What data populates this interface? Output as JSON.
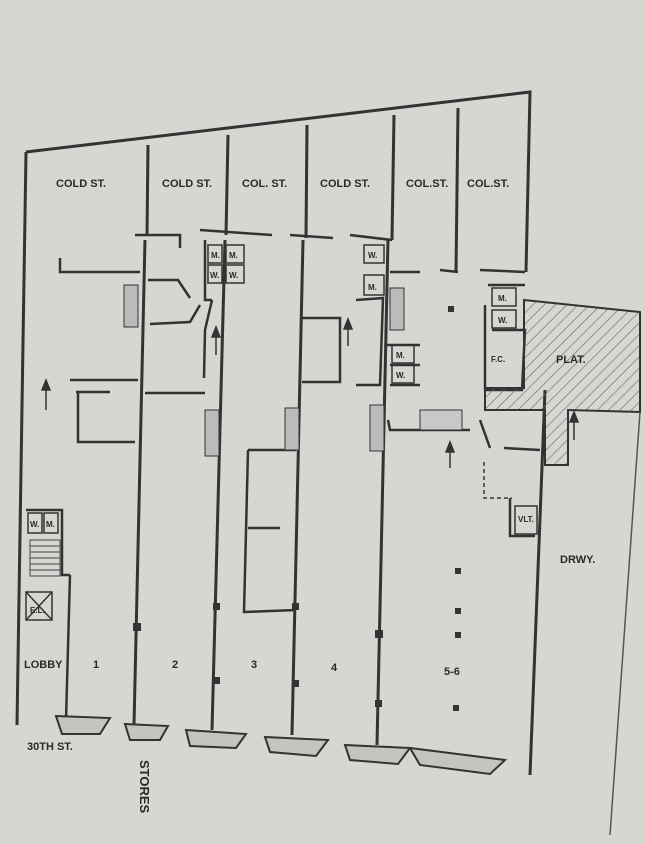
{
  "labels": {
    "cold_1": "COLD ST.",
    "cold_2": "COLD ST.",
    "col_3": "COL. ST.",
    "cold_4": "COLD ST.",
    "col_5": "COL.ST.",
    "col_6": "COL.ST.",
    "lobby": "LOBBY",
    "store_1": "1",
    "store_2": "2",
    "store_3": "3",
    "store_4": "4",
    "store_56": "5-6",
    "street": "30TH ST.",
    "stores": "STORES",
    "drwy": "DRWY.",
    "plat": "PLAT.",
    "fc": "F.C.",
    "vlt": "VLT.",
    "el": "E.L.",
    "m": "M.",
    "w": "W."
  },
  "colors": {
    "paper": "#d6d6d2",
    "ink": "#333333",
    "hatch": "#555555"
  }
}
